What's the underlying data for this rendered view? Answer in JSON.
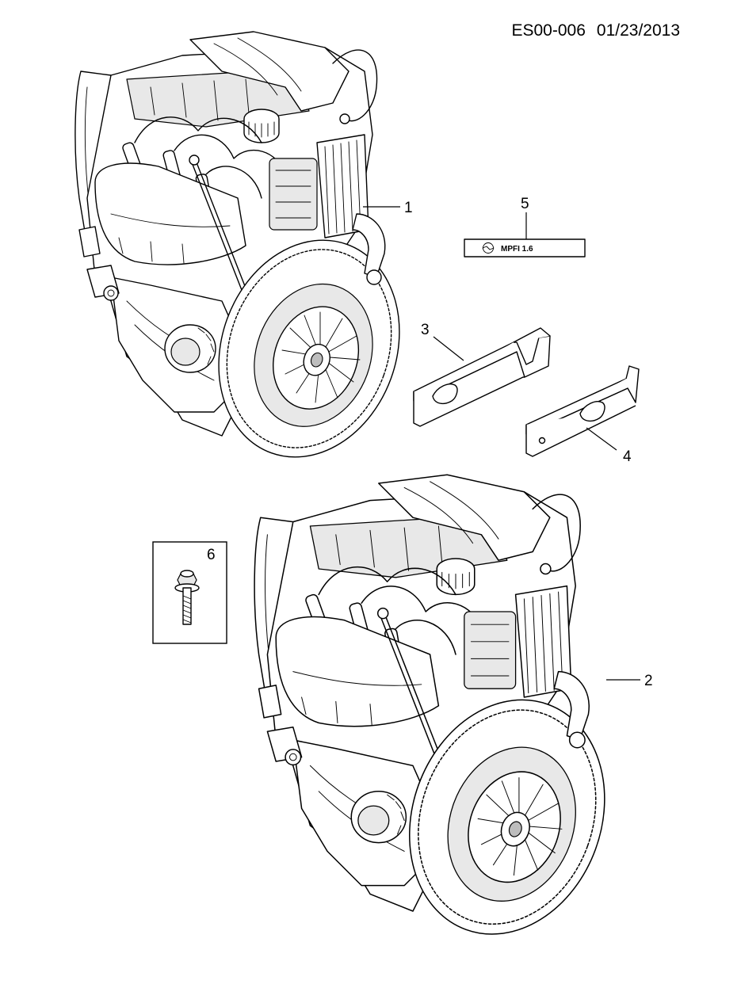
{
  "header": {
    "code": "ES00-006",
    "date": "01/23/2013"
  },
  "callouts": [
    {
      "id": "1",
      "label": "1"
    },
    {
      "id": "2",
      "label": "2"
    },
    {
      "id": "3",
      "label": "3"
    },
    {
      "id": "4",
      "label": "4"
    },
    {
      "id": "5",
      "label": "5"
    },
    {
      "id": "6",
      "label": "6"
    }
  ],
  "badge": {
    "text": "MPFI 1.6",
    "logo": "opel-logo-icon"
  }
}
